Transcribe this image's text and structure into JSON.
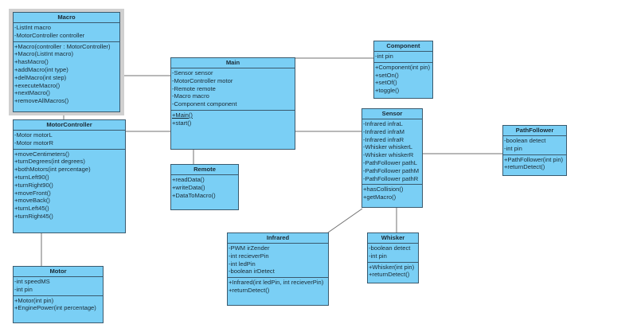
{
  "classes": {
    "macro": {
      "name": "Macro",
      "attributes": [
        "-ListInt macro",
        "-MotorController controller"
      ],
      "operations": [
        "+Macro(controller : MotorController)",
        "+Macro(ListInt macro)",
        "+hasMacro()",
        "+addMacro(int type)",
        "+delMacro(int step)",
        "+executeMacro()",
        "+nextMacro()",
        "+removeAllMacros()"
      ]
    },
    "motorcontroller": {
      "name": "MotorController",
      "attributes": [
        "-Motor motorL",
        "-Motor motorR"
      ],
      "operations": [
        "+moveCentimeters()",
        "+turnDegrees(int degrees)",
        "+bothMotors(int percentage)",
        "+turnLeft90()",
        "+turnRight90()",
        "+moveFront()",
        "+moveBack()",
        "+turnLeft45()",
        "+turnRight45()"
      ]
    },
    "motor": {
      "name": "Motor",
      "attributes": [
        "-int speedMS",
        "-int pin"
      ],
      "operations": [
        "+Motor(int pin)",
        "+EnginePower(int percentage)"
      ]
    },
    "main": {
      "name": "Main",
      "attributes": [
        "-Sensor sensor",
        "-MotorController motor",
        "-Remote remote",
        "-Macro macro",
        "-Component component"
      ],
      "operations": [
        "+Main()",
        "+start()"
      ]
    },
    "remote": {
      "name": "Remote",
      "attributes": [],
      "operations": [
        "+readData()",
        "+writeData()",
        "+DataToMacro()"
      ]
    },
    "component": {
      "name": "Component",
      "attributes": [
        "-int pin"
      ],
      "operations": [
        "+Component(int pin)",
        "+setOn()",
        "+setOf()",
        "+toggle()"
      ]
    },
    "sensor": {
      "name": "Sensor",
      "attributes": [
        "-Infrared infraL",
        "-Infrared infraM",
        "-Infrared infraR",
        "-Whisker whiskerL",
        "-Whisker whiskerR",
        "-PathFollower pathL",
        "-PathFollower pathM",
        "-PathFollower pathR"
      ],
      "operations": [
        "+hasCollision()",
        "+getMacro()"
      ]
    },
    "pathfollower": {
      "name": "PathFollower",
      "attributes": [
        "-boolean detect",
        "-int pin"
      ],
      "operations": [
        "+PathFollower(int pin)",
        "+returnDetect()"
      ]
    },
    "infrared": {
      "name": "Infrared",
      "attributes": [
        "-PWM irZender",
        "-int recieverPin",
        "-int ledPin",
        "-boolean irDetect"
      ],
      "operations": [
        "+Infrared(int ledPin, int recieverPin)",
        "+returnDetect()"
      ]
    },
    "whisker": {
      "name": "Whisker",
      "attributes": [
        "-boolean detect",
        "-int pin"
      ],
      "operations": [
        "+Whisker(int pin)",
        "+returnDetect()"
      ]
    }
  },
  "colors": {
    "class_fill": "#7acff5",
    "border": "#3a5a6e",
    "line": "#707070",
    "selection_frame": "#d0d0d0"
  }
}
